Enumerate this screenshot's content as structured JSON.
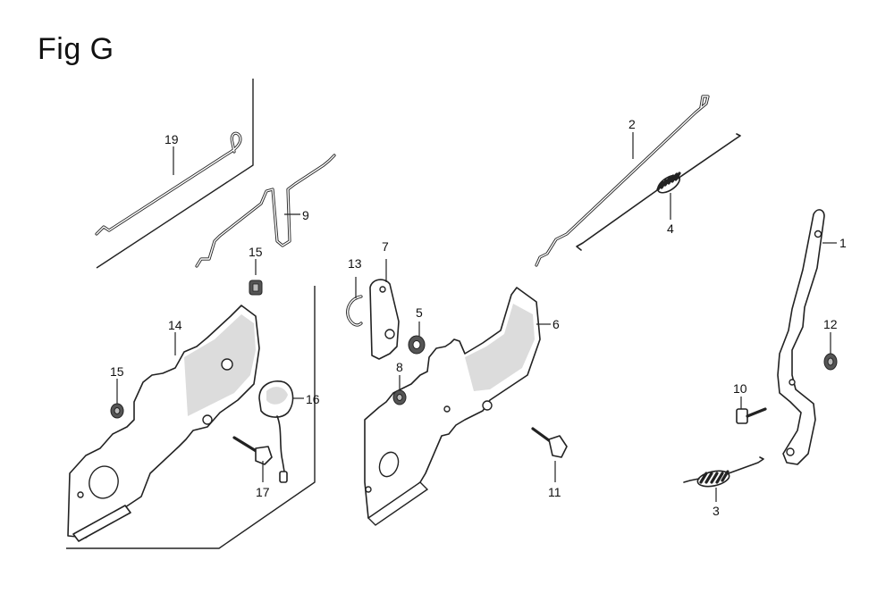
{
  "figure": {
    "title": "Fig G"
  },
  "callouts": {
    "p1": "1",
    "p2": "2",
    "p3": "3",
    "p4": "4",
    "p5": "5",
    "p6": "6",
    "p7": "7",
    "p8": "8",
    "p9": "9",
    "p10": "10",
    "p11": "11",
    "p12": "12",
    "p13": "13",
    "p14": "14",
    "p15a": "15",
    "p15b": "15",
    "p16": "16",
    "p17": "17",
    "p19": "19"
  }
}
